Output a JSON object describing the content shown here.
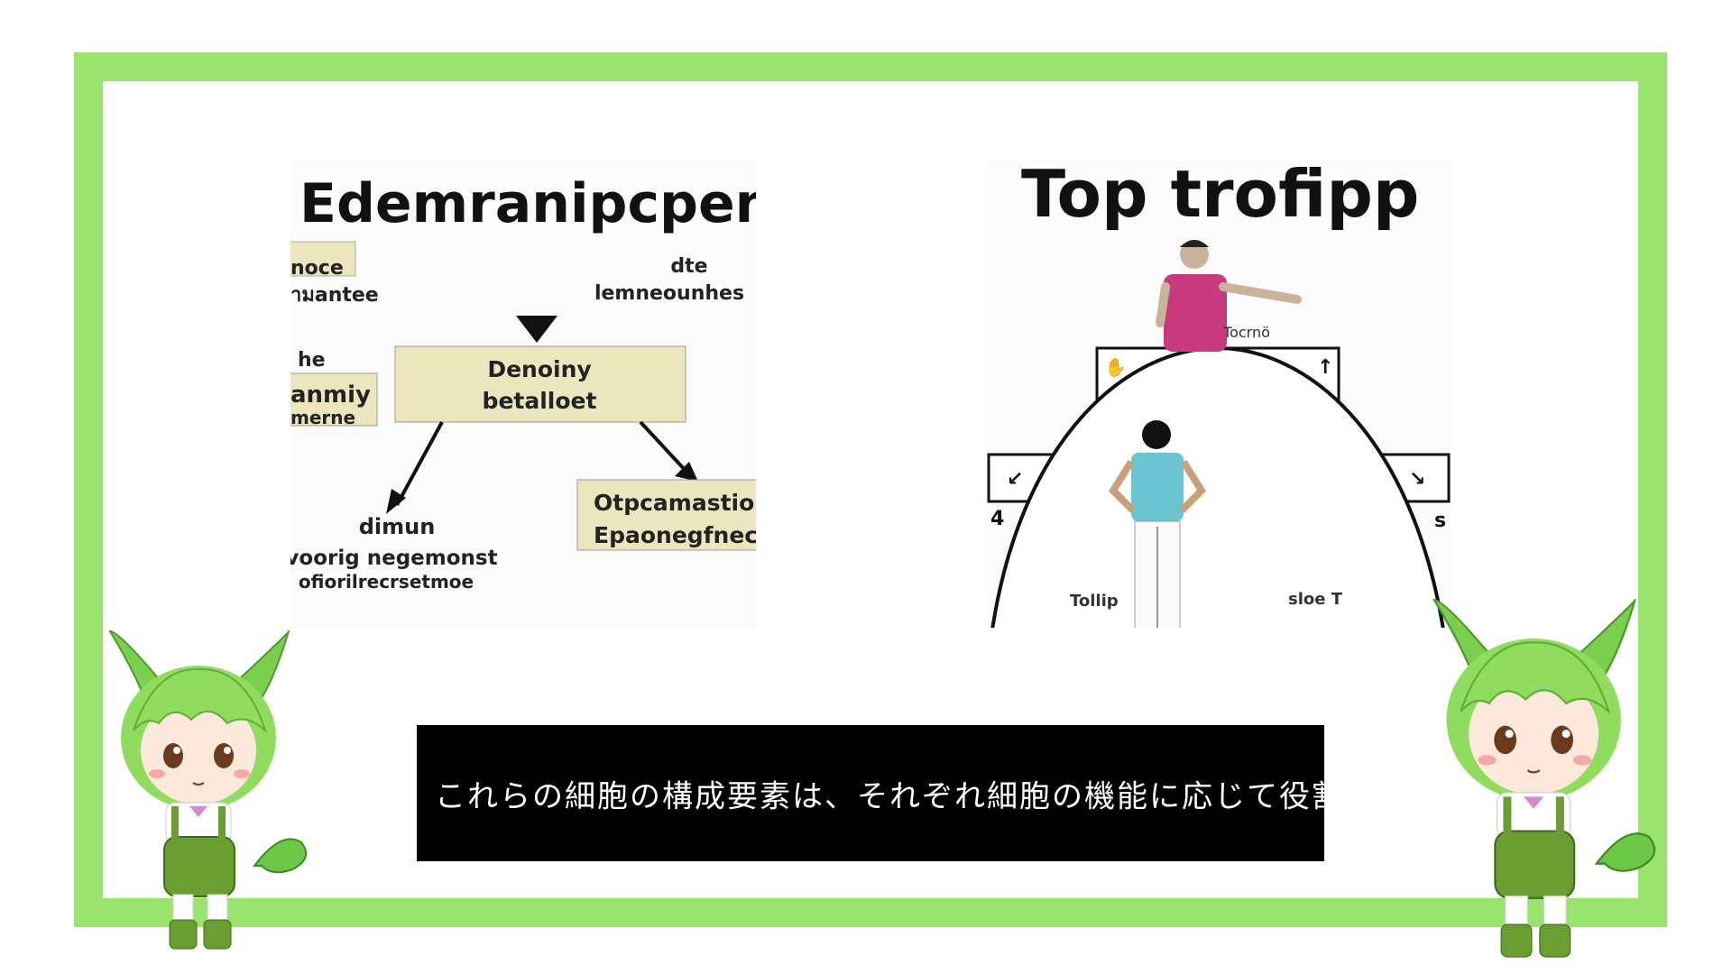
{
  "slide": {
    "frame_color": "#98e46f",
    "left_image": {
      "title": "Edemranipcpent",
      "boxes": [
        {
          "lines": [
            "noce",
            "ามantee"
          ]
        },
        {
          "lines": [
            "he",
            "anmiy",
            "merne"
          ]
        },
        {
          "lines": [
            "Denoiny",
            "betalloet"
          ]
        },
        {
          "lines": [
            "Otpcamastion",
            "Epaonegfnect"
          ]
        }
      ],
      "labels": [
        {
          "lines": [
            "dte",
            "lemneounhes"
          ]
        },
        {
          "lines": [
            "dimun",
            "voorig negemonst",
            "ofiorilrecrsetmoe"
          ]
        }
      ]
    },
    "right_image": {
      "title": "Top trofipp",
      "labels": [
        "Tocrnö",
        "Tollip",
        "sloe T",
        "4",
        "s"
      ]
    },
    "subtitle": {
      "text": "これらの細胞の構成要素は、それぞれ細胞の機能に応じて役割"
    }
  }
}
